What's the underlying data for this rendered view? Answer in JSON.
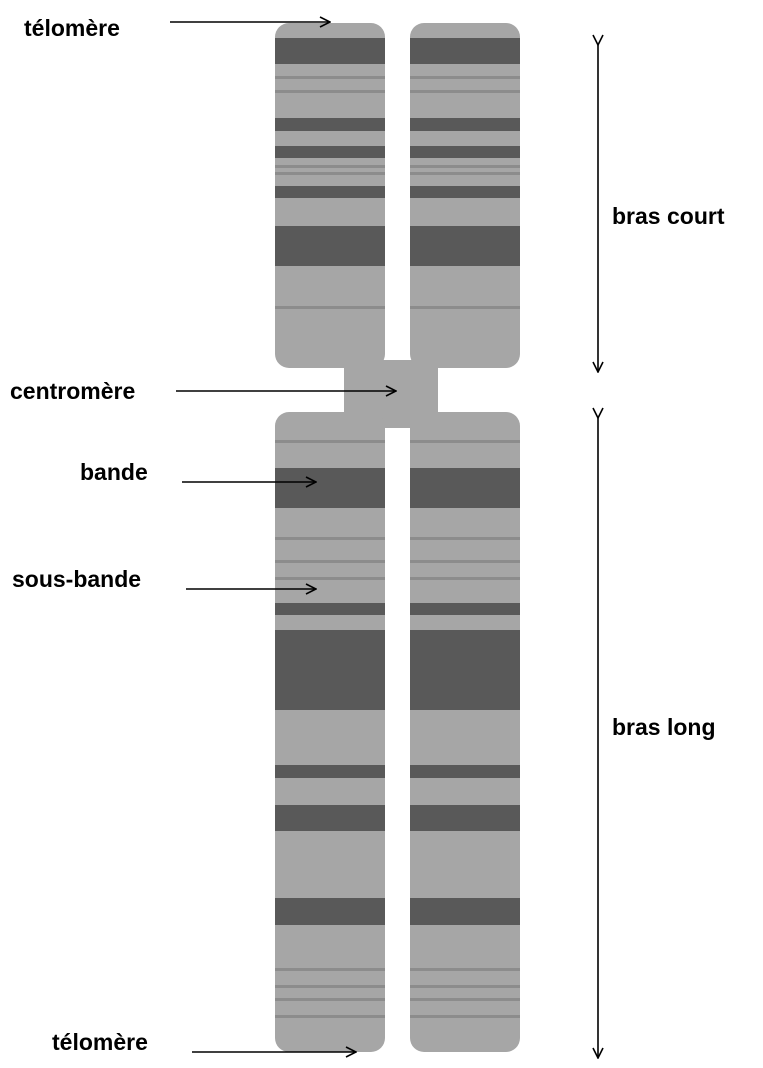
{
  "labels": {
    "telomere_top": "télomère",
    "centromere": "centromère",
    "bande": "bande",
    "sous_bande": "sous-bande",
    "telomere_bottom": "télomère",
    "bras_court": "bras court",
    "bras_long": "bras long"
  },
  "colors": {
    "chromatid": "#a6a6a6",
    "dark_band": "#595959",
    "thin_band": "#8c8c8c",
    "arrow": "#000000"
  }
}
